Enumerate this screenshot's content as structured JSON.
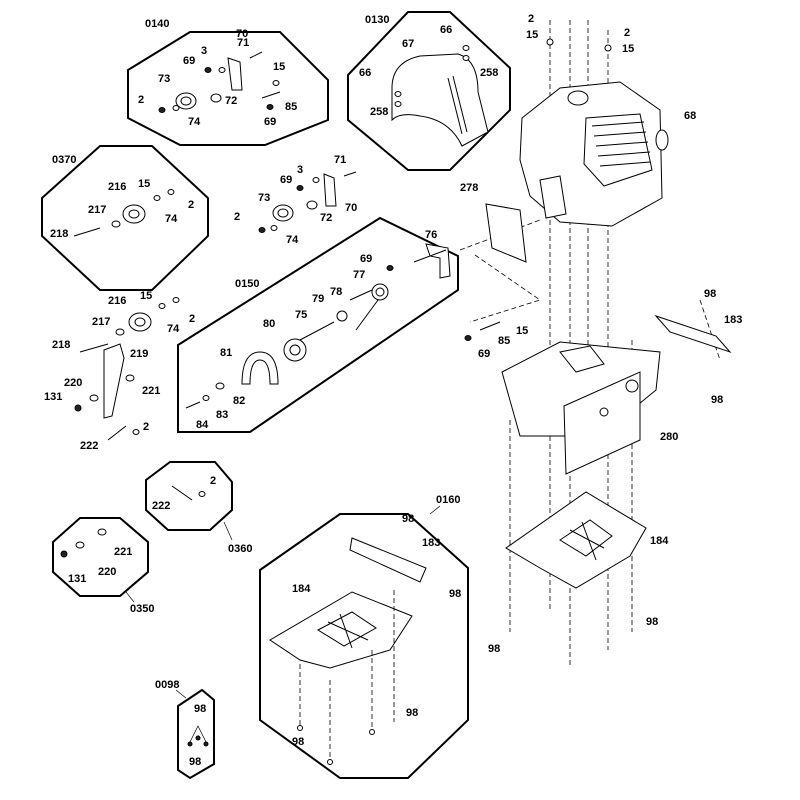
{
  "assemblies": {
    "a0140": "0140",
    "a0130": "0130",
    "a0370": "0370",
    "a0150": "0150",
    "a0360": "0360",
    "a0350": "0350",
    "a0160": "0160",
    "a0098": "0098"
  },
  "callouts": {
    "p0140_70": "70",
    "p0140_71": "71",
    "p0140_3": "3",
    "p0140_69a": "69",
    "p0140_15": "15",
    "p0140_73": "73",
    "p0140_2": "2",
    "p0140_72": "72",
    "p0140_85": "85",
    "p0140_74": "74",
    "p0140_69b": "69",
    "p0130_66a": "66",
    "p0130_67": "67",
    "p0130_66b": "66",
    "p0130_258a": "258",
    "p0130_258b": "258",
    "p0370_216": "216",
    "p0370_15": "15",
    "p0370_217": "217",
    "p0370_2": "2",
    "p0370_74": "74",
    "p0370_218": "218",
    "m_3": "3",
    "m_71": "71",
    "m_69": "69",
    "m_70": "70",
    "m_73": "73",
    "m_2": "2",
    "m_72": "72",
    "m_74": "74",
    "p0150_76": "76",
    "p0150_69": "69",
    "p0150_77": "77",
    "p0150_78": "78",
    "p0150_79": "79",
    "p0150_75": "75",
    "p0150_80": "80",
    "p0150_81": "81",
    "p0150_82": "82",
    "p0150_83": "83",
    "p0150_84": "84",
    "l_216": "216",
    "l_15": "15",
    "l_217": "217",
    "l_2": "2",
    "l_74": "74",
    "l_218": "218",
    "l_219": "219",
    "l_220": "220",
    "l_221": "221",
    "l_131": "131",
    "l_222": "222",
    "l_2b": "2",
    "p0360_2": "2",
    "p0360_222": "222",
    "p0350_221": "221",
    "p0350_220": "220",
    "p0350_131": "131",
    "e_2a": "2",
    "e_15a": "15",
    "e_2b": "2",
    "e_15b": "15",
    "e_68": "68",
    "e_278": "278",
    "e_15c": "15",
    "e_85": "85",
    "e_69": "69",
    "e_98a": "98",
    "e_183": "183",
    "e_98b": "98",
    "e_280": "280",
    "e_184": "184",
    "e_98c": "98",
    "e_98d": "98",
    "p0160_98a": "98",
    "p0160_183": "183",
    "p0160_184": "184",
    "p0160_98b": "98",
    "p0160_98c": "98",
    "p0160_98d": "98",
    "p0098_98a": "98",
    "p0098_98b": "98"
  }
}
